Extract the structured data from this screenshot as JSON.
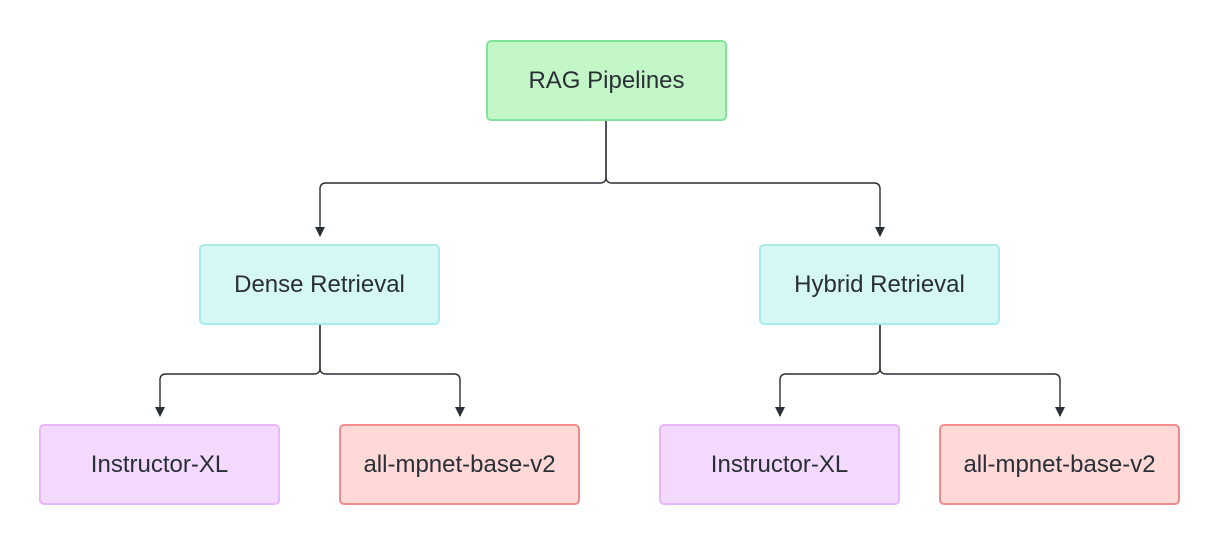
{
  "colors": {
    "root_fill": "#c3f7c8",
    "root_border": "#82e39a",
    "retrieval_fill": "#d6f8f5",
    "retrieval_border": "#a9ece7",
    "instructor_fill": "#f2d9fd",
    "instructor_border": "#e7b7f8",
    "mpnet_fill": "#ffd8d8",
    "mpnet_border": "#f28b8b",
    "connector": "#2a2e35"
  },
  "diagram": {
    "root": {
      "label": "RAG Pipelines"
    },
    "branches": [
      {
        "label": "Dense Retrieval",
        "children": [
          {
            "label": "Instructor-XL"
          },
          {
            "label": "all-mpnet-base-v2"
          }
        ]
      },
      {
        "label": "Hybrid Retrieval",
        "children": [
          {
            "label": "Instructor-XL"
          },
          {
            "label": "all-mpnet-base-v2"
          }
        ]
      }
    ]
  }
}
